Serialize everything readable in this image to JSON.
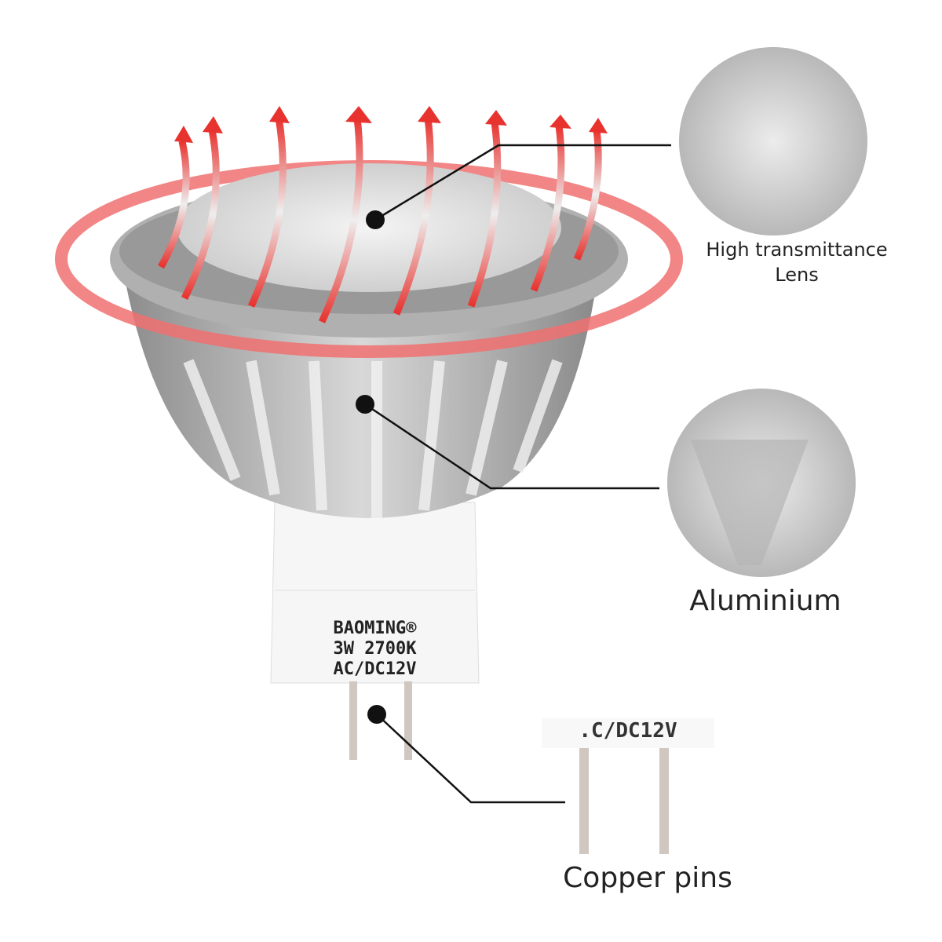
{
  "callouts": {
    "lens": "High transmittance Lens",
    "aluminium": "Aluminium",
    "copper_pins": "Copper pins"
  },
  "product_label": {
    "brand": "BAOMING®",
    "spec": "3W 2700K",
    "voltage": "AC/DC12V"
  },
  "pins_inset_text": ".C/DC12V",
  "colors": {
    "heat_ring": "#f07070",
    "arrow": "#e8322e",
    "body": "#a9a9a9"
  }
}
